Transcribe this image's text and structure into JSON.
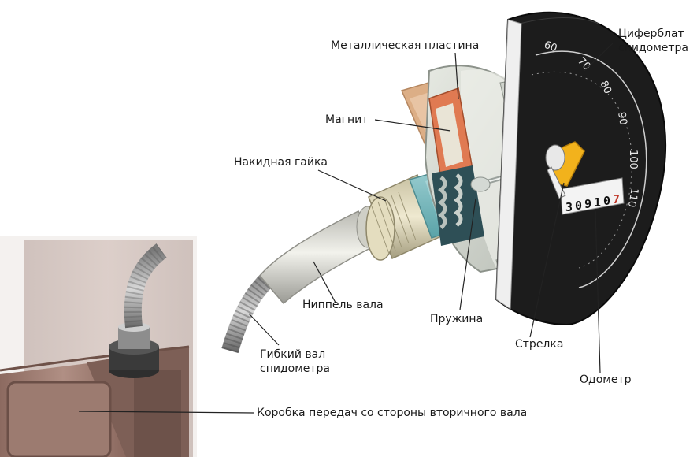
{
  "labels": {
    "dial": "Циферблат\nспидометра",
    "plate": "Металлическая пластина",
    "magnet": "Магнит",
    "nut": "Накидная гайка",
    "nipple": "Ниппель вала",
    "spring": "Пружина",
    "flex_shaft": "Гибкий вал\nспидометра",
    "needle": "Стрелка",
    "odometer": "Одометр",
    "gearbox": "Коробка передач со стороны вторичного вала"
  },
  "dial_numbers": [
    "60",
    "70",
    "80",
    "90",
    "100",
    "110"
  ],
  "odometer_digits": [
    "3",
    "0",
    "9",
    "1",
    "0",
    "7"
  ],
  "colors": {
    "dial_face": "#1c1c1c",
    "needle": "#f2b21c",
    "odometer_last": "#c0392b",
    "gearbox": "#a07d72",
    "metal": "#c9cec6",
    "copper_plate": "#d9a27a"
  }
}
